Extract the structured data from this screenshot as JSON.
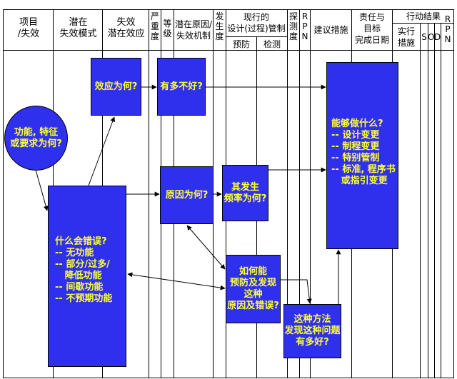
{
  "headers": {
    "item": "项目\n/失效",
    "mode": "潜在\n失效模式",
    "effect": "失效\n潜在效应",
    "severity": "严\n重\n度",
    "class": "等\n级",
    "cause": "潜在原因/\n失效机制",
    "occurrence": "发\n生\n度",
    "controls": "现行的\n设计(过程)管制",
    "prevention": "预防",
    "detection": "检测",
    "detectability": "探\n测\n度",
    "rpn": "R\nP\nN",
    "recommended": "建议措施",
    "responsibility": "责任与\n目标\n完成日期",
    "results": "行动结果",
    "actions_taken": "实行\n措施",
    "s": "S",
    "o": "O",
    "d": "D",
    "rpn2": "R\nP\nN"
  },
  "nodes": {
    "function": "功能, 特征\n或要求为何?",
    "effect": "效应为何?",
    "how_bad": "有多不好?",
    "cause": "原因为何?",
    "frequency": "其发生\n频率为何?",
    "what_wrong": "什么会错误?\n-- 无功能\n-- 部分/过多/\n   降低功能\n-- 间歇功能\n-- 不预期功能",
    "prevent": "如何能\n预防及发现\n这种\n原因及错误?",
    "how_good": "这种方法\n发现这种问题\n有多好?",
    "what_can_do": "能够做什么?\n-- 设计变更\n-- 制程变更\n-- 特别管制\n-- 标准, 程序书\n   或指引变更"
  },
  "colors": {
    "box_fill": "#2f2fee",
    "box_text": "#ffff33",
    "lines": "#000000"
  }
}
